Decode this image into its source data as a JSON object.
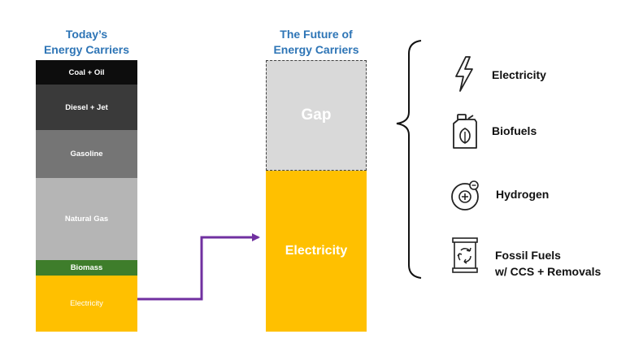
{
  "today": {
    "title_line1": "Today’s",
    "title_line2": "Energy Carriers",
    "segments": [
      {
        "label": "Coal + Oil",
        "color": "#0D0D0D"
      },
      {
        "label": "Diesel + Jet",
        "color": "#3A3A3A"
      },
      {
        "label": "Gasoline",
        "color": "#757575"
      },
      {
        "label": "Natural Gas",
        "color": "#B5B5B5"
      },
      {
        "label": "Biomass",
        "color": "#3E7D2B"
      },
      {
        "label": "Electricity",
        "color": "#FFC000"
      }
    ]
  },
  "future": {
    "title_line1": "The Future of",
    "title_line2": "Energy Carriers",
    "gap_label": "Gap",
    "electricity_label": "Electricity"
  },
  "options": [
    {
      "label_line1": "Electricity",
      "label_line2": "",
      "icon": "lightning-bolt-icon"
    },
    {
      "label_line1": "Biofuels",
      "label_line2": "",
      "icon": "fuel-can-leaf-icon"
    },
    {
      "label_line1": "Hydrogen",
      "label_line2": "",
      "icon": "hydrogen-atom-icon"
    },
    {
      "label_line1": "Fossil Fuels",
      "label_line2": "w/ CCS + Removals",
      "icon": "recycling-barrel-icon"
    }
  ],
  "colors": {
    "heading": "#2E75B6",
    "arrow": "#7030A0",
    "electricity": "#FFC000",
    "gap": "#D9D9D9"
  }
}
